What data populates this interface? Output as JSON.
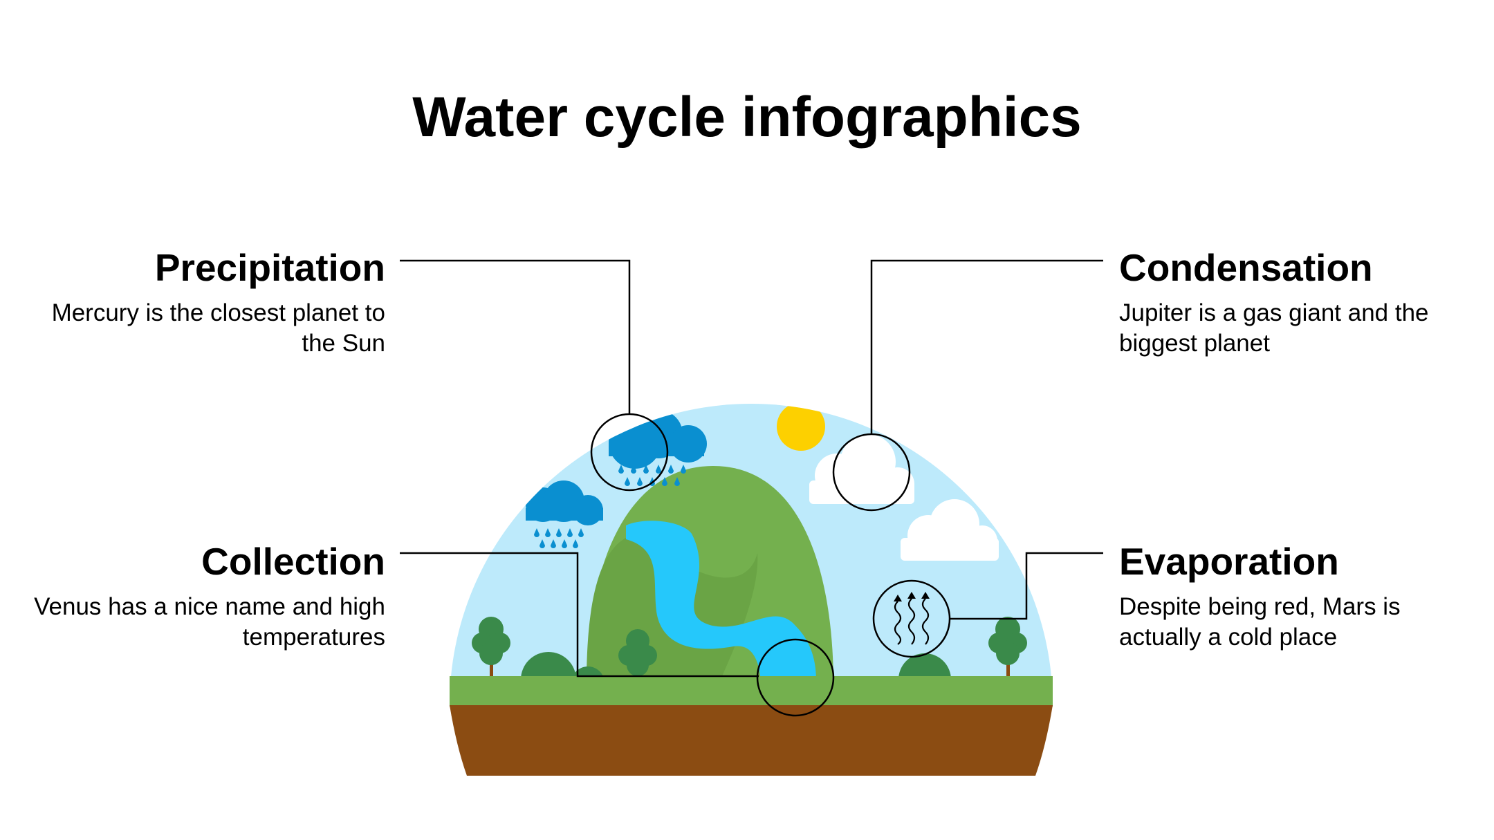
{
  "title": "Water cycle infographics",
  "stages": {
    "precipitation": {
      "heading": "Precipitation",
      "body": "Mercury is the closest planet to the Sun"
    },
    "collection": {
      "heading": "Collection",
      "body": "Venus has a nice name and high temperatures"
    },
    "condensation": {
      "heading": "Condensation",
      "body": "Jupiter is a gas giant and the biggest planet"
    },
    "evaporation": {
      "heading": "Evaporation",
      "body": "Despite being red, Mars is actually a cold place"
    }
  },
  "colors": {
    "sky": "#bdeafb",
    "mountain": "#74b04e",
    "mountain_shade": "#6aa445",
    "river": "#25c8fb",
    "grass": "#74b04e",
    "soil": "#8b4c12",
    "cloud_rain": "#0a8fd0",
    "sun": "#fdd000",
    "tree": "#3a8a4a",
    "bush": "#3a8a4a",
    "trunk": "#8b4c12",
    "callout_line": "#000000"
  },
  "icons": {
    "rain_cloud": "rain-cloud-icon",
    "white_cloud": "cloud-icon",
    "sun": "sun-icon",
    "steam": "steam-icon",
    "tree": "tree-icon"
  }
}
